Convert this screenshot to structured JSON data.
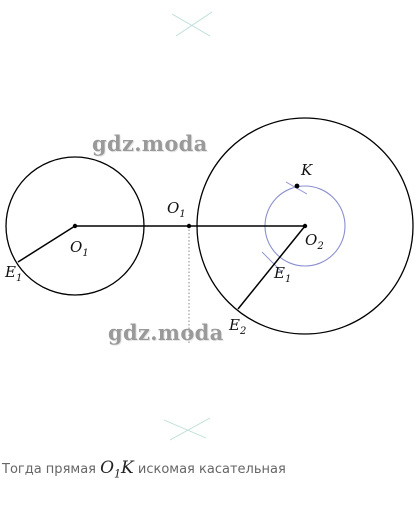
{
  "watermark": "gdz.moda",
  "labels": {
    "K": "K",
    "O1_upper": "O",
    "O1_upper_sub": "1",
    "O1": "O",
    "O1_sub": "1",
    "O2": "O",
    "O2_sub": "2",
    "E1": "E",
    "E1_sub": "1",
    "E1b": "E",
    "E1b_sub": "1",
    "E2": "E",
    "E2_sub": "2"
  },
  "caption": {
    "before": "Тогда прямая ",
    "math_O": "O",
    "math_sub": "1",
    "math_K": "K",
    "after": " искомая касательная"
  },
  "colors": {
    "stroke": "#000000",
    "construction": "#8a8fd0",
    "watermark": "#9a9a9a"
  }
}
